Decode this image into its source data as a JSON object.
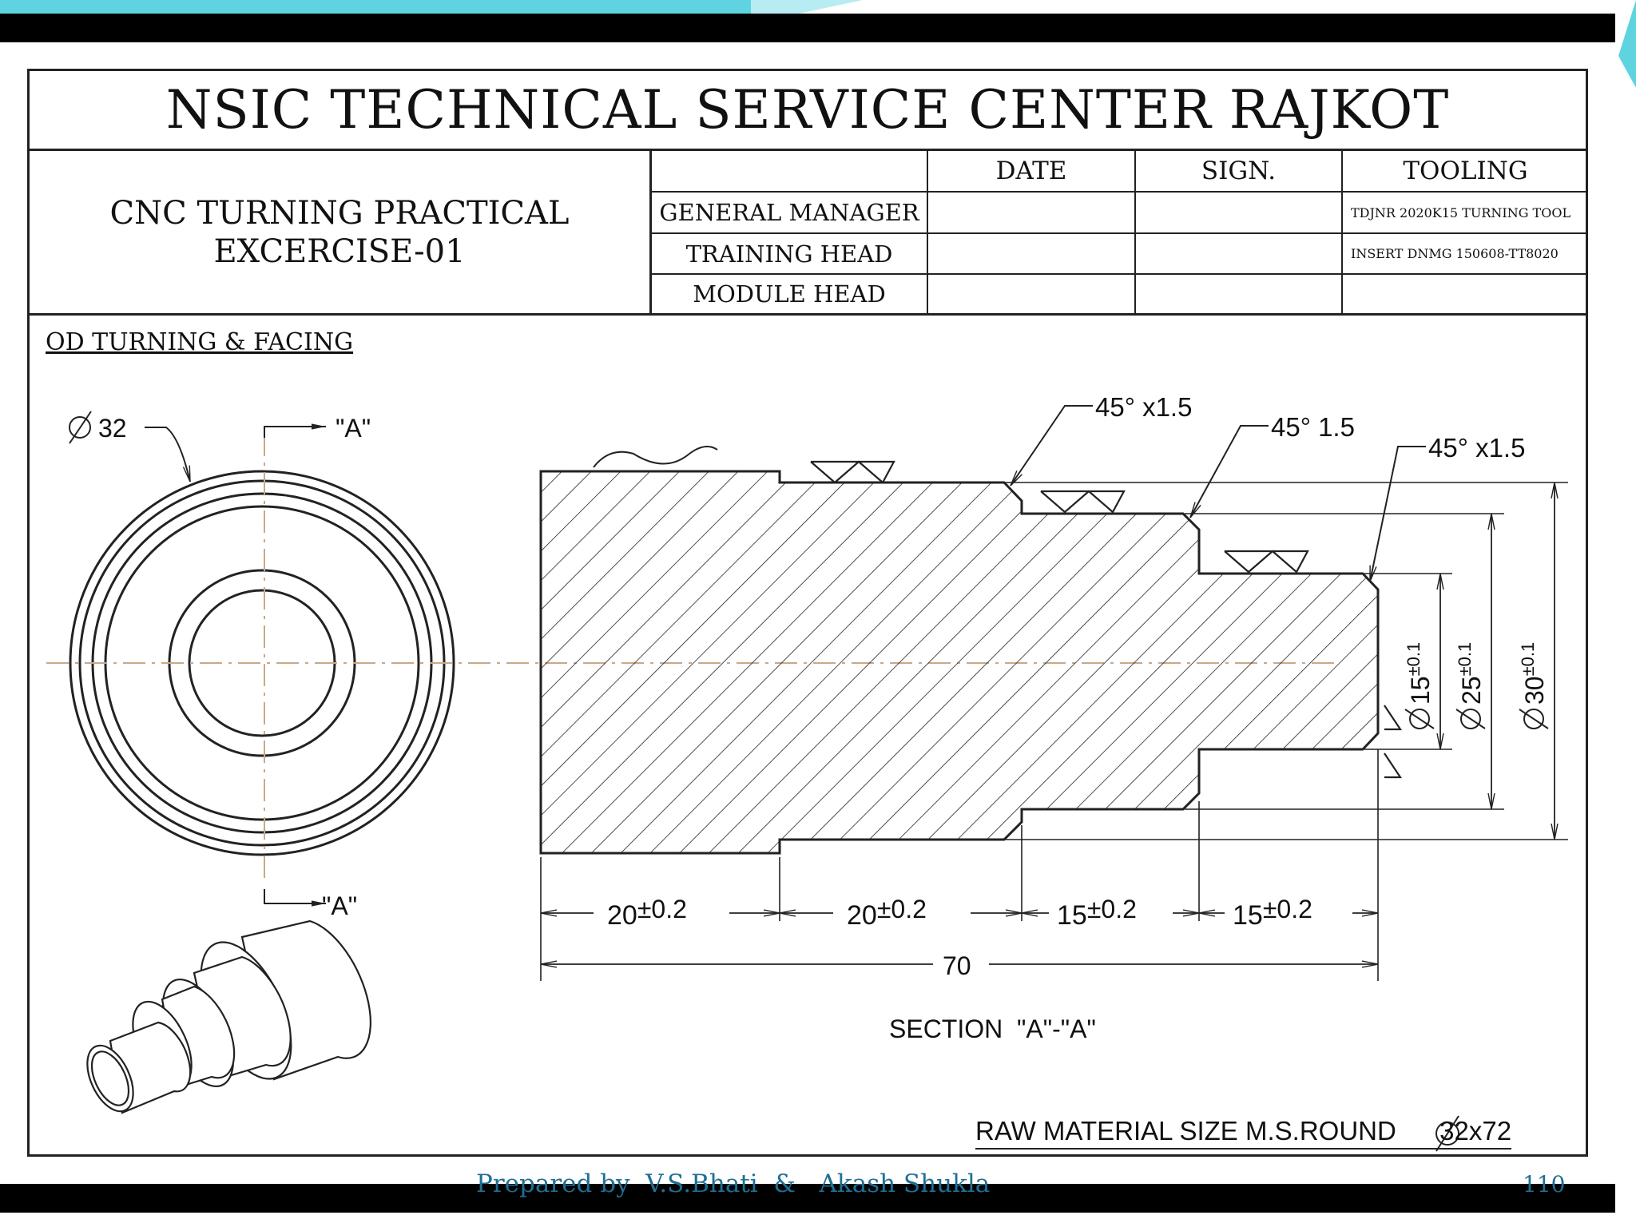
{
  "sheet": {
    "title": "NSIC TECHNICAL SERVICE CENTER RAJKOT",
    "exercise_line1": "CNC TURNING PRACTICAL",
    "exercise_line2": "EXCERCISE-01"
  },
  "approval": {
    "headers": [
      "DATE",
      "SIGN.",
      "TOOLING"
    ],
    "rows": [
      {
        "role": "GENERAL MANAGER",
        "tooling": "TDJNR 2020K15 TURNING TOOL"
      },
      {
        "role": "TRAINING HEAD",
        "tooling": "INSERT DNMG 150608-TT8020"
      },
      {
        "role": "MODULE HEAD",
        "tooling": ""
      }
    ]
  },
  "section_title": "OD TURNING & FACING",
  "end_view": {
    "diameter_label": "32",
    "section_marker": "\"A\""
  },
  "section_view": {
    "chamfers": [
      "45° x1.5",
      "45° 1.5",
      "45° x1.5"
    ],
    "lengths": [
      {
        "value": "20",
        "tol": "±0.2"
      },
      {
        "value": "20",
        "tol": "±0.2"
      },
      {
        "value": "15",
        "tol": "±0.2"
      },
      {
        "value": "15",
        "tol": "±0.2"
      }
    ],
    "overall_length": "70",
    "diameters": [
      {
        "value": "15",
        "tol": "±0.1"
      },
      {
        "value": "25",
        "tol": "±0.1"
      },
      {
        "value": "30",
        "tol": "±0.1"
      }
    ],
    "caption": "SECTION  \"A\"-\"A\""
  },
  "raw_material": "RAW MATERIAL SIZE M.S.ROUND",
  "raw_material_size": "32x72",
  "footer": {
    "prepared_by": "Prepared by  V.S.Bhati  &   Akash Shukla",
    "page": "110"
  },
  "colors": {
    "accent": "#5fd3e0",
    "bar": "#000000",
    "footer_text": "#1f6f94",
    "centerline": "#c9a889"
  }
}
